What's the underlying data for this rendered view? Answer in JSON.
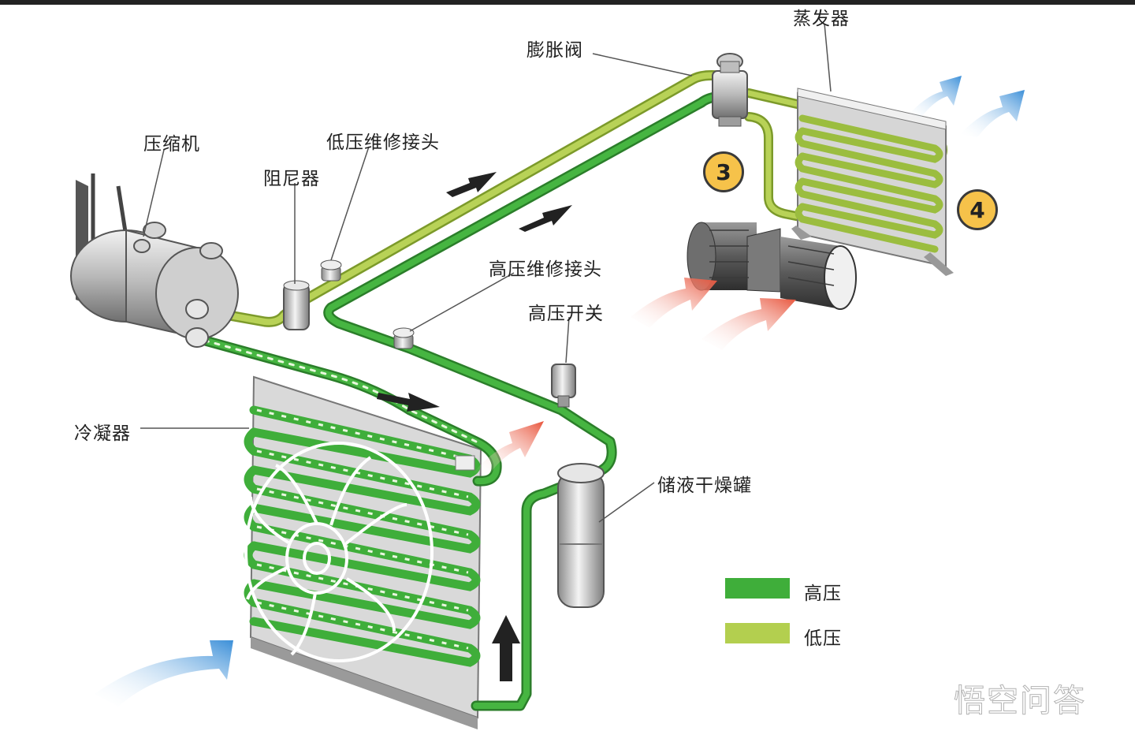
{
  "labels": {
    "compressor": "压缩机",
    "low_pressure_port": "低压维修接头",
    "damper": "阻尼器",
    "expansion_valve": "膨胀阀",
    "evaporator": "蒸发器",
    "high_pressure_port": "高压维修接头",
    "high_pressure_switch": "高压开关",
    "condenser": "冷凝器",
    "receiver_drier": "储液干燥罐"
  },
  "badges": {
    "three": "3",
    "four": "4"
  },
  "legend": {
    "high": "高压",
    "low": "低压"
  },
  "watermark": "悟空问答",
  "colors": {
    "high_pressure": "#3fae3a",
    "low_pressure": "#b3cf4f",
    "hot_air": "#e8533a",
    "cold_air": "#3b8fd8",
    "badge": "#f6c24a"
  }
}
